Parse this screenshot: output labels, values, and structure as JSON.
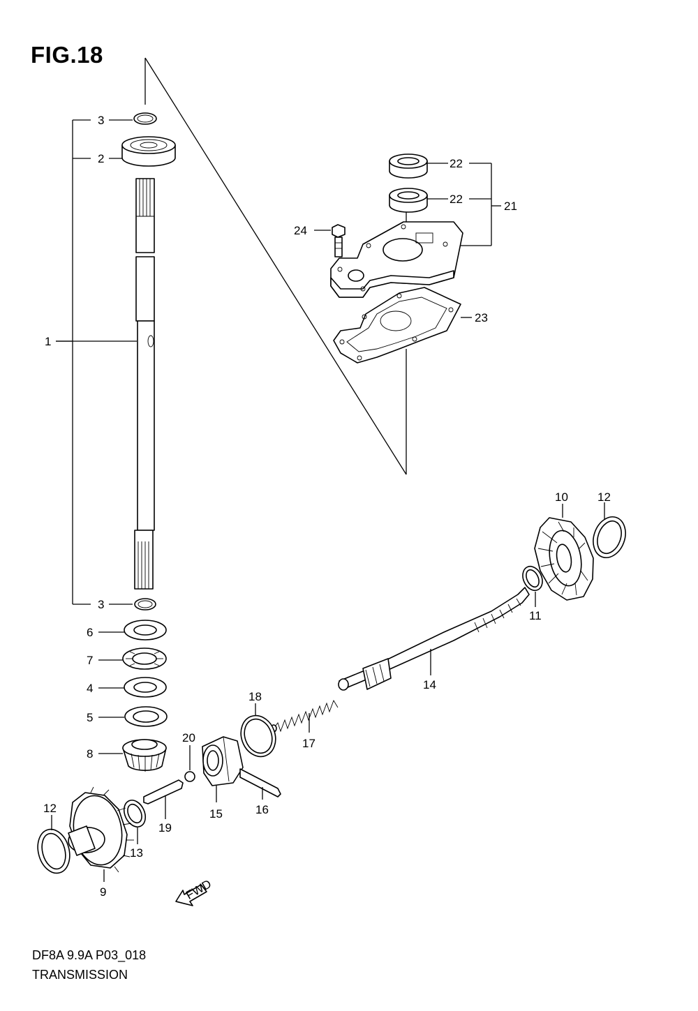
{
  "figure": {
    "title": "FIG.18",
    "code": "DF8A 9.9A P03_018",
    "name": "TRANSMISSION"
  },
  "callouts": {
    "c1": "1",
    "c2": "2",
    "c3a": "3",
    "c3b": "3",
    "c4": "4",
    "c5": "5",
    "c6": "6",
    "c7": "7",
    "c8": "8",
    "c9": "9",
    "c10": "10",
    "c11": "11",
    "c12a": "12",
    "c12b": "12",
    "c13": "13",
    "c14": "14",
    "c15": "15",
    "c16": "16",
    "c17": "17",
    "c18": "18",
    "c19": "19",
    "c20": "20",
    "c21": "21",
    "c22a": "22",
    "c22b": "22",
    "c23": "23",
    "c24": "24"
  },
  "fwd_arrow": {
    "label": "FWD",
    "icon": "fwd-arrow-icon"
  }
}
